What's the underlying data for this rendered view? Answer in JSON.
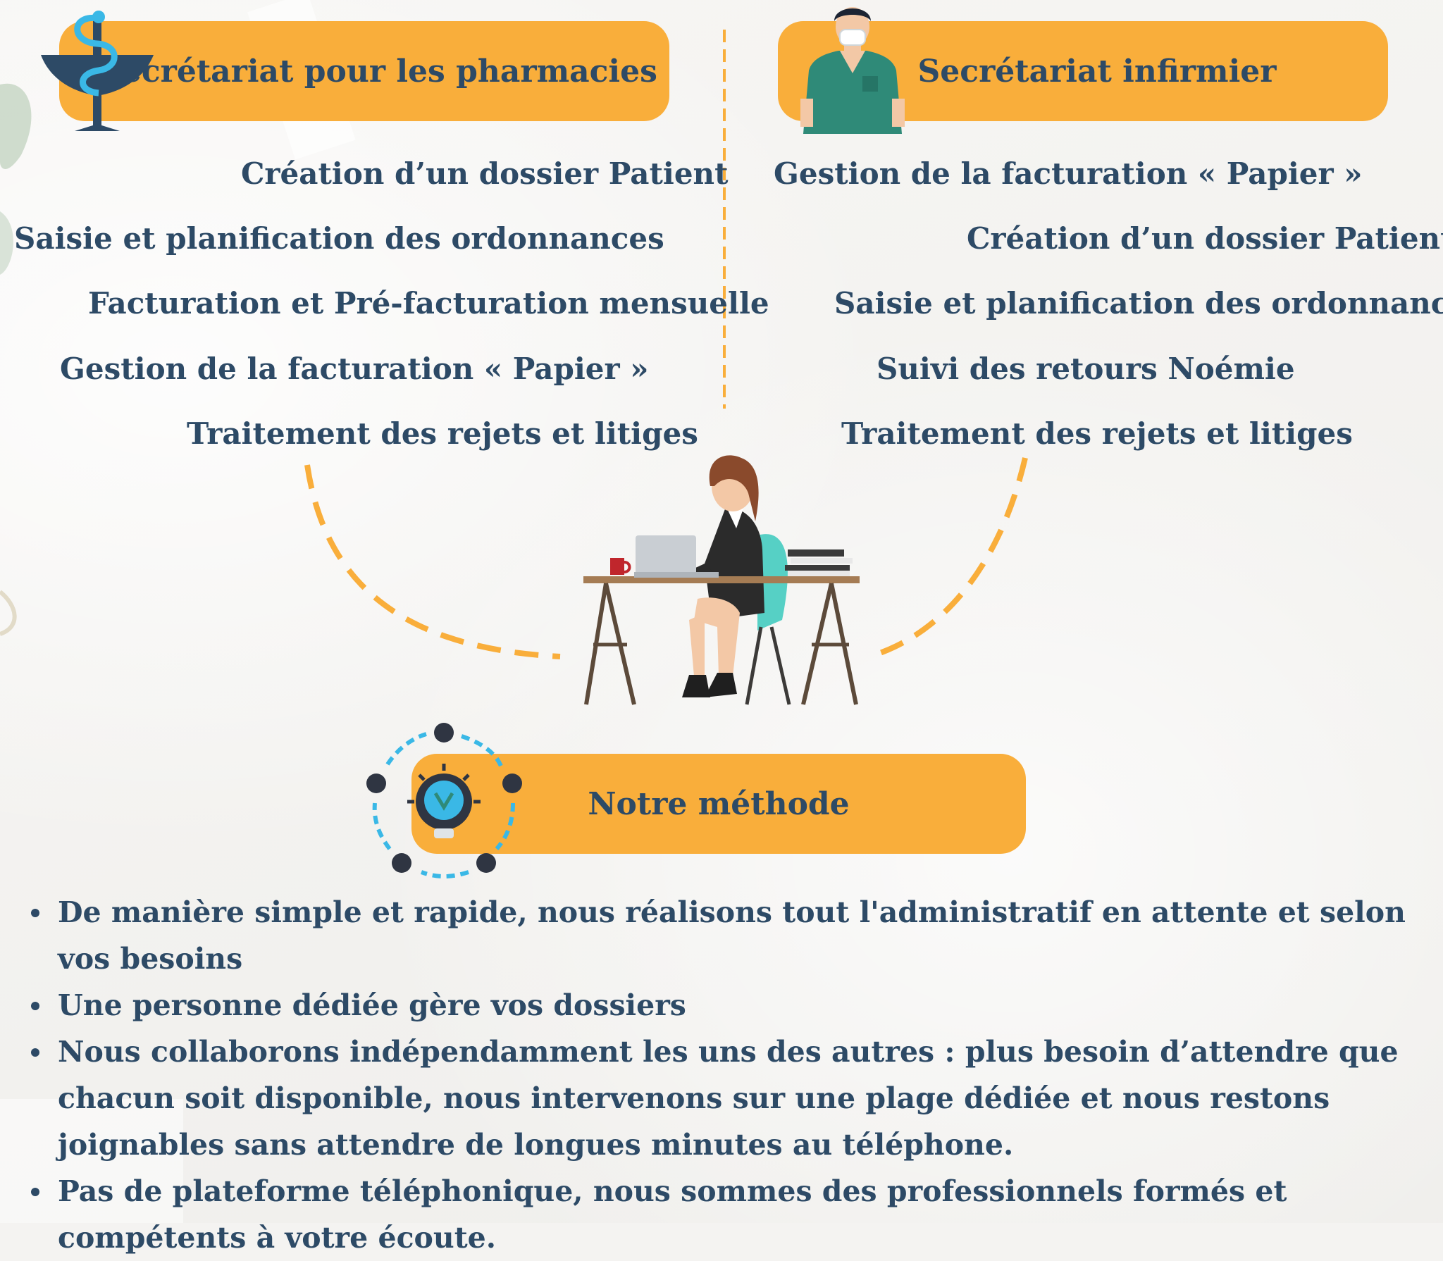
{
  "pharmacies": {
    "title": "Secrétariat pour les pharmacies",
    "items": [
      "Création d’un dossier Patient",
      "Saisie et planification des ordonnances",
      "Facturation et Pré-facturation mensuelle",
      "Gestion de la facturation « Papier »",
      "Traitement des rejets et litiges"
    ]
  },
  "infirmier": {
    "title": "Secrétariat infirmier",
    "items": [
      "Gestion de la facturation « Papier »",
      "Création d’un dossier Patient",
      "Saisie et planification des ordonnances",
      "Suivi des retours Noémie",
      "Traitement des rejets et litiges"
    ]
  },
  "methode": {
    "title": "Notre méthode",
    "points": [
      "De manière simple et rapide, nous réalisons tout l'administratif en attente et selon vos besoins",
      "Une personne dédiée gère vos dossiers",
      "Nous collaborons indépendamment les uns des autres : plus besoin d’attendre que chacun soit disponible, nous intervenons sur une plage dédiée et nous restons joignables sans attendre de longues minutes au téléphone.",
      "Pas de plateforme téléphonique, nous sommes des professionnels formés et compétents à votre écoute."
    ]
  },
  "colors": {
    "accent": "#f9ae3b",
    "text": "#2d4a66",
    "teal": "#2f8a78",
    "cyan": "#3ab8e6"
  }
}
